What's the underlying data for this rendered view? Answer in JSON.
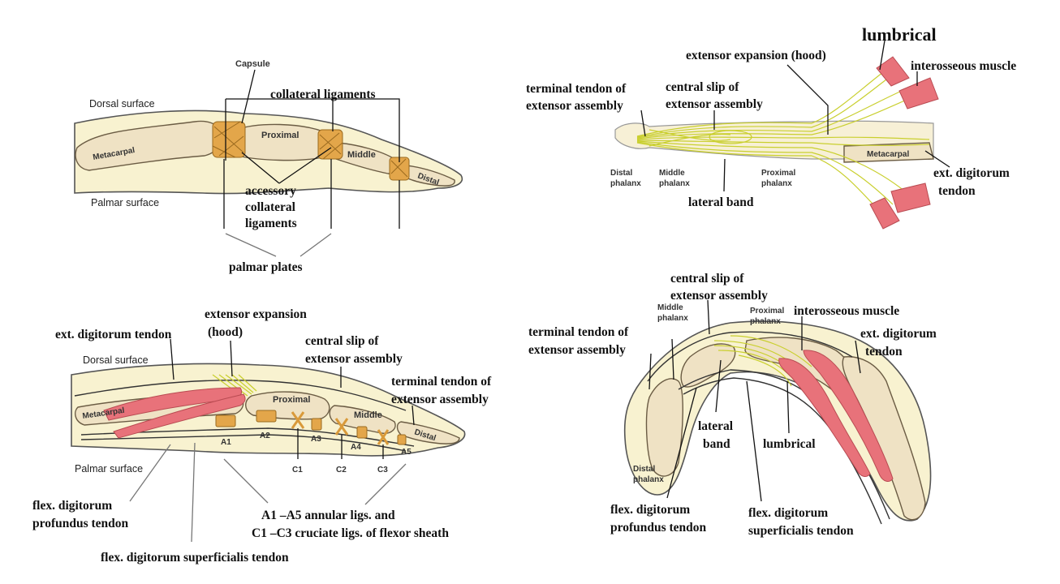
{
  "panel_top_left": {
    "capsule": "Capsule",
    "dorsal_surface": "Dorsal surface",
    "collateral_ligaments": "collateral ligaments",
    "metacarpal": "Metacarpal",
    "proximal": "Proximal",
    "middle": "Middle",
    "distal": "Distal",
    "palmar_surface": "Palmar surface",
    "accessory_line1": "accessory",
    "accessory_line2": "collateral",
    "accessory_line3": "ligaments",
    "palmar_plates": "palmar plates"
  },
  "panel_top_right": {
    "lumbrical": "lumbrical",
    "extensor_expansion": "extensor expansion (hood)",
    "interosseous_muscle": "interosseous muscle",
    "terminal_tendon_line1": "terminal tendon of",
    "terminal_tendon_line2": "extensor assembly",
    "central_slip_line1": "central slip of",
    "central_slip_line2": "extensor assembly",
    "distal_phalanx_line1": "Distal",
    "distal_phalanx_line2": "phalanx",
    "middle_phalanx_line1": "Middle",
    "middle_phalanx_line2": "phalanx",
    "proximal_phalanx_line1": "Proximal",
    "proximal_phalanx_line2": "phalanx",
    "metacarpal": "Metacarpal",
    "lateral_band": "lateral band",
    "ext_digitorum_line1": "ext. digitorum",
    "ext_digitorum_line2": "tendon"
  },
  "panel_bottom_left": {
    "extensor_expansion_line1": "extensor expansion",
    "extensor_expansion_line2": "(hood)",
    "ext_digitorum_tendon": "ext. digitorum tendon",
    "central_slip_line1": "central slip of",
    "central_slip_line2": "extensor assembly",
    "dorsal_surface": "Dorsal surface",
    "terminal_tendon_line1": "terminal tendon of",
    "terminal_tendon_line2": "extensor assembly",
    "metacarpal": "Metacarpal",
    "proximal": "Proximal",
    "middle": "Middle",
    "distal": "Distal",
    "a1": "A1",
    "a2": "A2",
    "a3": "A3",
    "a4": "A4",
    "a5": "A5",
    "c1": "C1",
    "c2": "C2",
    "c3": "C3",
    "palmar_surface": "Palmar surface",
    "fdp_line1": "flex. digitorum",
    "fdp_line2": "profundus tendon",
    "annular_line1": "A1 –A5 annular ligs. and",
    "annular_line2": "C1 –C3 cruciate ligs. of flexor sheath",
    "fds": "flex. digitorum  superficialis tendon"
  },
  "panel_bottom_right": {
    "central_slip_line1": "central slip of",
    "central_slip_line2": "extensor assembly",
    "middle_phalanx_line1": "Middle",
    "middle_phalanx_line2": "phalanx",
    "proximal_phalanx_line1": "Proximal",
    "proximal_phalanx_line2": "phalanx",
    "interosseous_muscle": "interosseous muscle",
    "terminal_tendon_line1": "terminal tendon of",
    "terminal_tendon_line2": "extensor assembly",
    "ext_digitorum_line1": "ext. digitorum",
    "ext_digitorum_line2": "tendon",
    "lateral_line1": "lateral",
    "lateral_line2": "band",
    "lumbrical": "lumbrical",
    "distal_phalanx_line1": "Distal",
    "distal_phalanx_line2": "phalanx",
    "fdp_line1": "flex. digitorum",
    "fdp_line2": "profundus tendon",
    "fds_line1": "flex. digitorum",
    "fds_line2": "superficialis tendon"
  }
}
